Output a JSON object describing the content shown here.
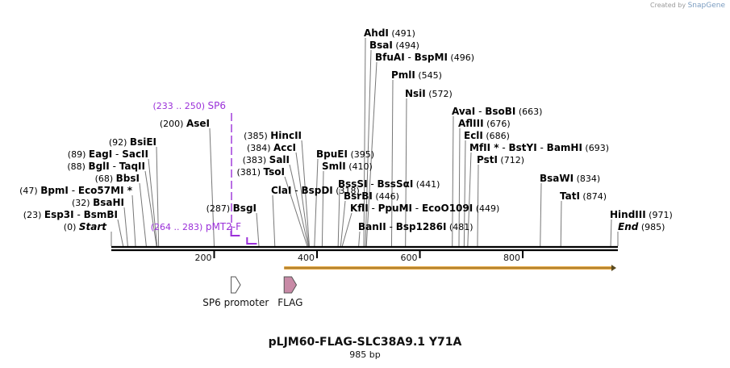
{
  "credit": {
    "prefix": "Created by",
    "brand": "SnapGene"
  },
  "plasmid": {
    "name": "pLJM60-FLAG-SLC38A9.1 Y71A",
    "length_label": "985 bp",
    "length": 985
  },
  "colors": {
    "enzyme": "#000000",
    "primer": "#9b30d9",
    "feature_arrow": "#e8a840",
    "flag": "#c88aa6",
    "backbone": "#000000"
  },
  "scale": {
    "bp_start": 0,
    "bp_end": 985,
    "ticks": [
      {
        "bp": 200,
        "label": "200"
      },
      {
        "bp": 400,
        "label": "400"
      },
      {
        "bp": 600,
        "label": "600"
      },
      {
        "bp": 800,
        "label": "800"
      }
    ]
  },
  "sites": [
    {
      "bp": 0,
      "pos": "(0)",
      "names": [
        "Start"
      ],
      "special": true
    },
    {
      "bp": 23,
      "pos": "(23)",
      "names": [
        "Esp3I",
        "BsmBI"
      ]
    },
    {
      "bp": 32,
      "pos": "(32)",
      "names": [
        "BsaHI"
      ]
    },
    {
      "bp": 47,
      "pos": "(47)",
      "names": [
        "BpmI",
        "Eco57MI *"
      ]
    },
    {
      "bp": 68,
      "pos": "(68)",
      "names": [
        "BbsI"
      ]
    },
    {
      "bp": 88,
      "pos": "(88)",
      "names": [
        "BglI",
        "TaqII"
      ]
    },
    {
      "bp": 89,
      "pos": "(89)",
      "names": [
        "EagI",
        "SacII"
      ]
    },
    {
      "bp": 92,
      "pos": "(92)",
      "names": [
        "BsiEI"
      ]
    },
    {
      "bp": 200,
      "pos": "(200)",
      "names": [
        "AseI"
      ]
    },
    {
      "bp": 287,
      "pos": "(287)",
      "names": [
        "BsgI"
      ]
    },
    {
      "bp": 318,
      "pos": "(318)",
      "names": [
        "ClaI",
        "BspDI"
      ]
    },
    {
      "bp": 381,
      "pos": "(381)",
      "names": [
        "TsoI"
      ]
    },
    {
      "bp": 383,
      "pos": "(383)",
      "names": [
        "SalI"
      ]
    },
    {
      "bp": 384,
      "pos": "(384)",
      "names": [
        "AccI"
      ]
    },
    {
      "bp": 385,
      "pos": "(385)",
      "names": [
        "HincII"
      ]
    },
    {
      "bp": 395,
      "pos": "(395)",
      "names": [
        "BpuEI"
      ]
    },
    {
      "bp": 410,
      "pos": "(410)",
      "names": [
        "SmlI"
      ]
    },
    {
      "bp": 441,
      "pos": "(441)",
      "names": [
        "BssSI",
        "BssSαI"
      ]
    },
    {
      "bp": 446,
      "pos": "(446)",
      "names": [
        "BsrBI"
      ]
    },
    {
      "bp": 449,
      "pos": "(449)",
      "names": [
        "KflI",
        "PpuMI",
        "EcoO109I"
      ]
    },
    {
      "bp": 481,
      "pos": "(481)",
      "names": [
        "BanII",
        "Bsp1286I"
      ]
    },
    {
      "bp": 491,
      "pos": "(491)",
      "names": [
        "AhdI"
      ]
    },
    {
      "bp": 494,
      "pos": "(494)",
      "names": [
        "BsaI"
      ]
    },
    {
      "bp": 496,
      "pos": "(496)",
      "names": [
        "BfuAI",
        "BspMI"
      ]
    },
    {
      "bp": 545,
      "pos": "(545)",
      "names": [
        "PmlI"
      ]
    },
    {
      "bp": 572,
      "pos": "(572)",
      "names": [
        "NsiI"
      ]
    },
    {
      "bp": 663,
      "pos": "(663)",
      "names": [
        "AvaI",
        "BsoBI"
      ]
    },
    {
      "bp": 676,
      "pos": "(676)",
      "names": [
        "AflIII"
      ]
    },
    {
      "bp": 686,
      "pos": "(686)",
      "names": [
        "EclI"
      ]
    },
    {
      "bp": 693,
      "pos": "(693)",
      "names": [
        "MfII *",
        "BstYI",
        "BamHI"
      ]
    },
    {
      "bp": 712,
      "pos": "(712)",
      "names": [
        "PstI"
      ]
    },
    {
      "bp": 834,
      "pos": "(834)",
      "names": [
        "BsaWI"
      ]
    },
    {
      "bp": 874,
      "pos": "(874)",
      "names": [
        "TatI"
      ]
    },
    {
      "bp": 971,
      "pos": "(971)",
      "names": [
        "HindIII"
      ]
    },
    {
      "bp": 985,
      "pos": "(985)",
      "names": [
        "End"
      ],
      "special": true
    }
  ],
  "primers": [
    {
      "name": "SP6",
      "range": "(233 .. 250)",
      "start": 233,
      "end": 250
    },
    {
      "name": "pMT2-F",
      "range": "(264 .. 283)",
      "start": 264,
      "end": 283
    }
  ],
  "features": [
    {
      "name": "SP6 promoter",
      "start": 233,
      "end": 251,
      "style": "open"
    },
    {
      "name": "FLAG",
      "start": 336,
      "end": 360,
      "style": "filled"
    },
    {
      "name": "",
      "start": 336,
      "end": 985,
      "style": "bar"
    }
  ]
}
